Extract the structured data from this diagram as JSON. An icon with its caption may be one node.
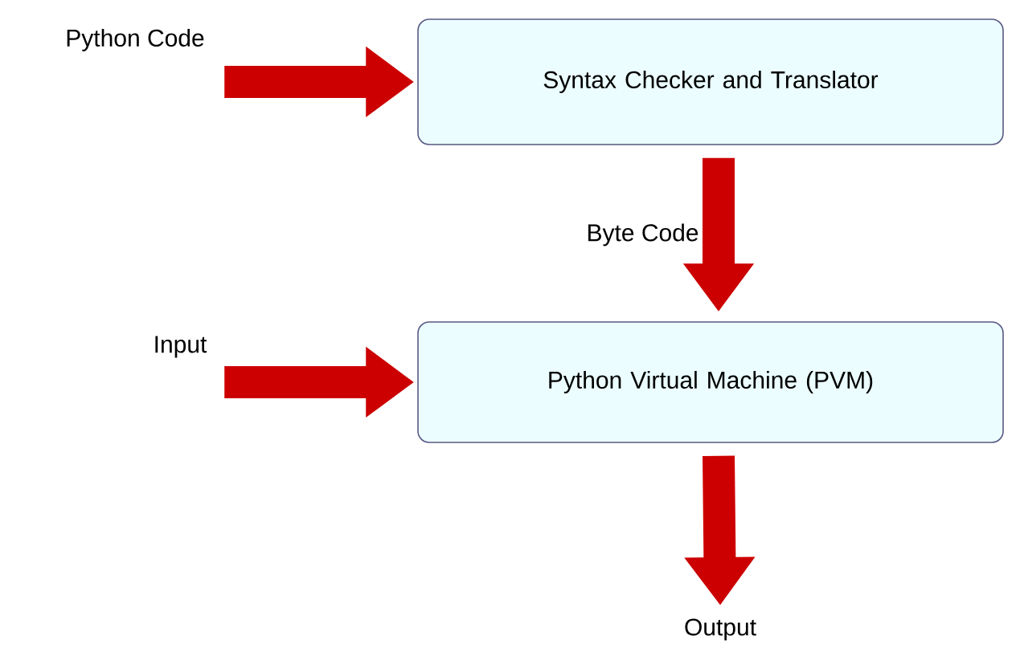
{
  "diagram": {
    "nodes": [
      {
        "text": [
          "Python Code"
        ]
      },
      {
        "text": [
          "Syntax Checker and Translator"
        ]
      },
      {
        "text": [
          "Input"
        ]
      },
      {
        "text": [
          "Python Virtual Machine (PVM)"
        ]
      },
      {
        "text": [
          "Output"
        ]
      }
    ],
    "edges": [
      {
        "from": 0,
        "to": 1,
        "arrow": "to"
      },
      {
        "from": 1,
        "to": 3,
        "arrow": "to",
        "label": "Byte Code"
      },
      {
        "from": 2,
        "to": 3,
        "arrow": "to"
      },
      {
        "from": 3,
        "to": 4,
        "arrow": "to"
      }
    ]
  }
}
